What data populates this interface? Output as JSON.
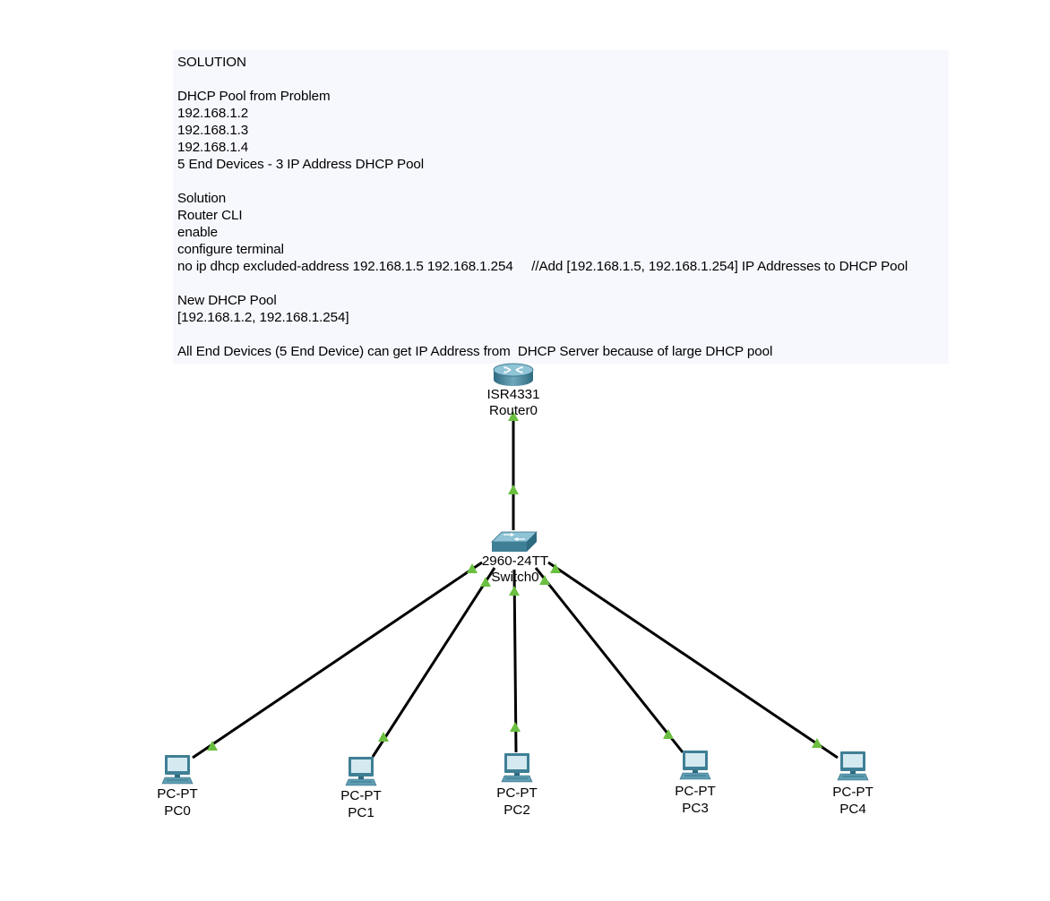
{
  "note": {
    "lines": [
      "SOLUTION",
      "",
      "DHCP Pool from Problem",
      "192.168.1.2",
      "192.168.1.3",
      "192.168.1.4",
      "5 End Devices - 3 IP Address DHCP Pool",
      "",
      "Solution",
      "Router CLI",
      "enable",
      "configure terminal",
      "no ip dhcp excluded-address 192.168.1.5 192.168.1.254     //Add [192.168.1.5, 192.168.1.254] IP Addresses to DHCP Pool",
      "",
      "New DHCP Pool",
      "[192.168.1.2, 192.168.1.254]",
      "",
      "All End Devices (5 End Device) can get IP Address from  DHCP Server because of large DHCP pool"
    ]
  },
  "devices": {
    "router": {
      "model": "ISR4331",
      "name": "Router0",
      "icon": "router-icon"
    },
    "switch": {
      "model": "2960-24TT",
      "name": "Switch0",
      "icon": "switch-icon"
    },
    "pcs": [
      {
        "model": "PC-PT",
        "name": "PC0",
        "icon": "pc-icon"
      },
      {
        "model": "PC-PT",
        "name": "PC1",
        "icon": "pc-icon"
      },
      {
        "model": "PC-PT",
        "name": "PC2",
        "icon": "pc-icon"
      },
      {
        "model": "PC-PT",
        "name": "PC3",
        "icon": "pc-icon"
      },
      {
        "model": "PC-PT",
        "name": "PC4",
        "icon": "pc-icon"
      }
    ]
  },
  "links": [
    {
      "from": "Router0",
      "to": "Switch0",
      "status": "up"
    },
    {
      "from": "Switch0",
      "to": "PC0",
      "status": "up"
    },
    {
      "from": "Switch0",
      "to": "PC1",
      "status": "up"
    },
    {
      "from": "Switch0",
      "to": "PC2",
      "status": "up"
    },
    {
      "from": "Switch0",
      "to": "PC3",
      "status": "up"
    },
    {
      "from": "Switch0",
      "to": "PC4",
      "status": "up"
    }
  ],
  "colors": {
    "link": "#000000",
    "link_up_indicator": "#6abf3f",
    "note_background": "#f7f8fe",
    "device_blue": "#3f7f95"
  }
}
